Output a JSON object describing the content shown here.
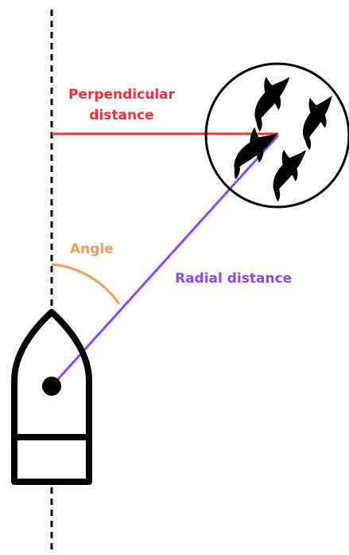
{
  "labels": {
    "perpendicular_line1": "Perpendicular",
    "perpendicular_line2": "distance",
    "angle": "Angle",
    "radial": "Radial distance"
  },
  "colors": {
    "perpendicular": "#ee3338",
    "angle": "#f69b57",
    "radial": "#8a4cf0",
    "outline": "#000000"
  },
  "icons": {
    "group": "dolphin-group-icon",
    "boat": "boat-icon",
    "observer": "observer-dot-icon"
  }
}
